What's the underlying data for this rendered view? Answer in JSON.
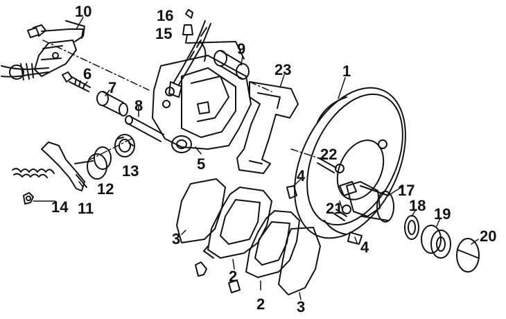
{
  "diagram": {
    "colors": {
      "ink": "#111111",
      "paper": "#ffffff"
    },
    "labels": {
      "l1": "1",
      "l2a": "2",
      "l2b": "2",
      "l3a": "3",
      "l3b": "3",
      "l4a": "4",
      "l4b": "4",
      "l5": "5",
      "l6": "6",
      "l7": "7",
      "l8": "8",
      "l9": "9",
      "l10": "10",
      "l11": "11",
      "l12": "12",
      "l13": "13",
      "l14": "14",
      "l15": "15",
      "l16": "16",
      "l17": "17",
      "l18": "18",
      "l19": "19",
      "l20": "20",
      "l21": "21",
      "l22": "22",
      "l23": "23"
    }
  }
}
